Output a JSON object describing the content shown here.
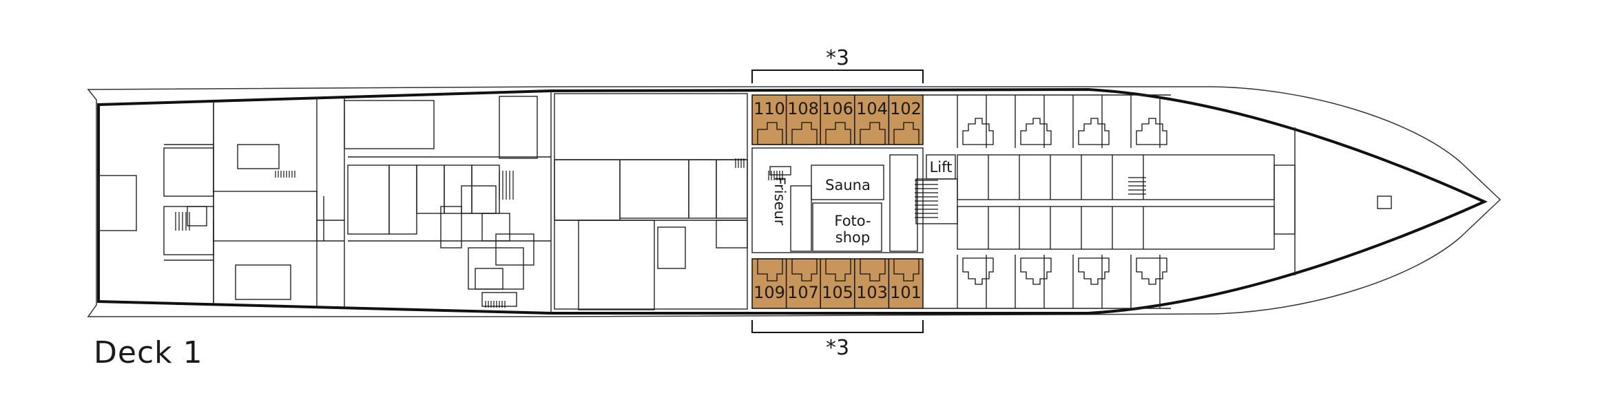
{
  "deck": {
    "title": "Deck 1"
  },
  "colors": {
    "highlight": "#c8955a",
    "line": "#1a1a1a",
    "background": "#ffffff"
  },
  "category_marks": {
    "top": "*3",
    "bottom": "*3"
  },
  "cabins": {
    "top_row": [
      "110",
      "108",
      "106",
      "104",
      "102"
    ],
    "bottom_row": [
      "109",
      "107",
      "105",
      "103",
      "101"
    ]
  },
  "rooms": {
    "sauna": "Sauna",
    "friseur": "Friseur",
    "fotoshop_line1": "Foto-",
    "fotoshop_line2": "shop",
    "lift": "Lift"
  }
}
